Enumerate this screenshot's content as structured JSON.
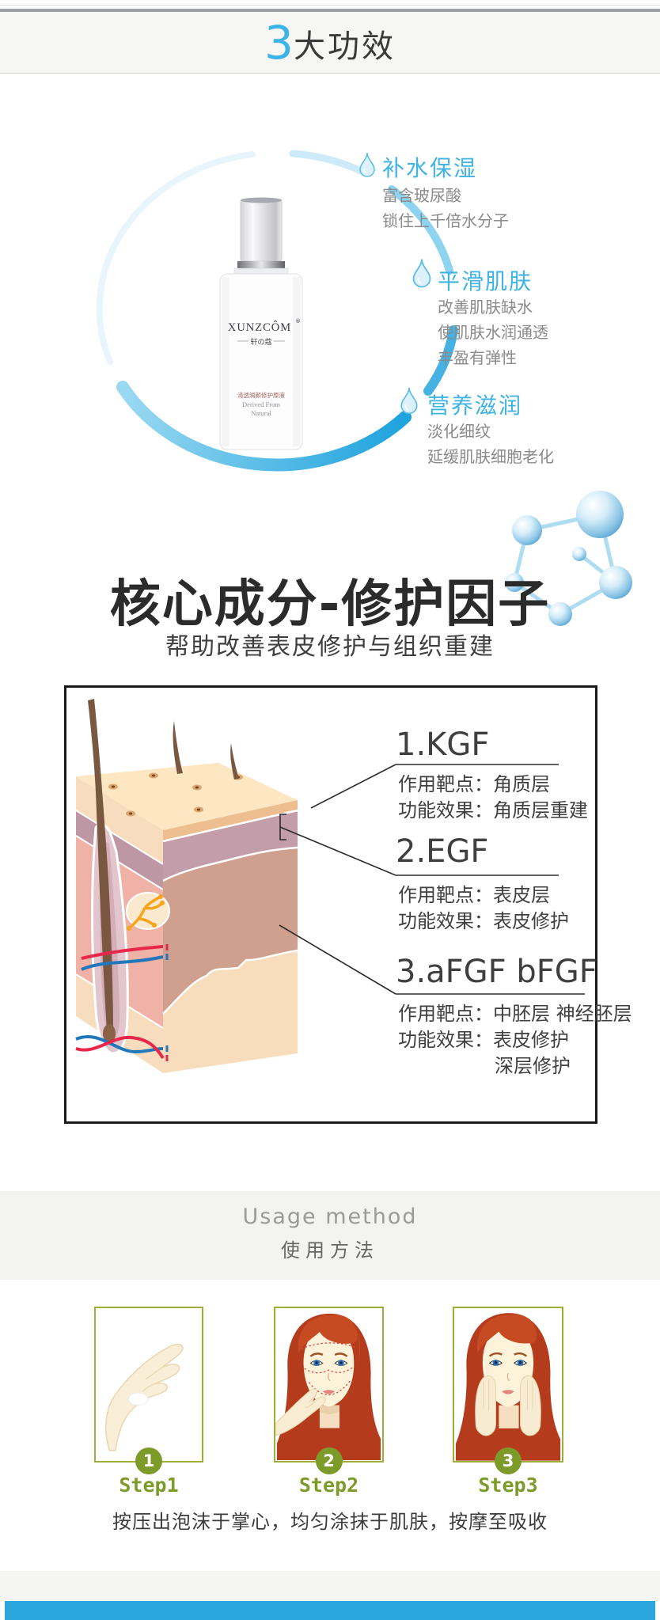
{
  "colors": {
    "accent_blue": "#2ba7de",
    "feature_blue": "#3eb3e4",
    "olive_green": "#7d9b29",
    "box_border": "#1a1a1a"
  },
  "header": {
    "num": "3",
    "text": "大功效"
  },
  "features": [
    {
      "title": "补水保湿",
      "lines": [
        "富含玻尿酸",
        "锁住上千倍水分子"
      ]
    },
    {
      "title": "平滑肌肤",
      "lines": [
        "改善肌肤缺水",
        "使肌肤水润通透",
        "丰盈有弹性"
      ]
    },
    {
      "title": "营养滋润",
      "lines": [
        "淡化细纹",
        "延缓肌肤细胞老化"
      ]
    }
  ],
  "bottle": {
    "brand": "XUNZCÔM",
    "reg": "®",
    "brand_cn": "轩の蔻",
    "product_name": "清透润颜修护原液",
    "tagline1": "Derived From",
    "tagline2": "Natural"
  },
  "core": {
    "heading": "核心成分-修护因子",
    "subheading": "帮助改善表皮修护与组织重建"
  },
  "factors": [
    {
      "name": "1.KGF",
      "line1": "作用靶点：角质层",
      "line2": "功能效果：角质层重建",
      "line3": ""
    },
    {
      "name": "2.EGF",
      "line1": "作用靶点：表皮层",
      "line2": "功能效果：表皮修护",
      "line3": ""
    },
    {
      "name": "3.aFGF bFGF",
      "line1": "作用靶点：中胚层 神经胚层",
      "line2": "功能效果：表皮修护",
      "line3": "深层修护"
    }
  ],
  "usage": {
    "title_en": "Usage method",
    "title_cn": "使用方法",
    "steps": [
      {
        "num": "1",
        "label": "Step1"
      },
      {
        "num": "2",
        "label": "Step2"
      },
      {
        "num": "3",
        "label": "Step3"
      }
    ],
    "caption": "按压出泡沫于掌心，均匀涂抹于肌肤，按摩至吸收"
  },
  "icons": {
    "water_drop": "teardrop-shape",
    "molecule": "blue-sphere-cluster",
    "skin_diagram": "skin-cross-section"
  }
}
